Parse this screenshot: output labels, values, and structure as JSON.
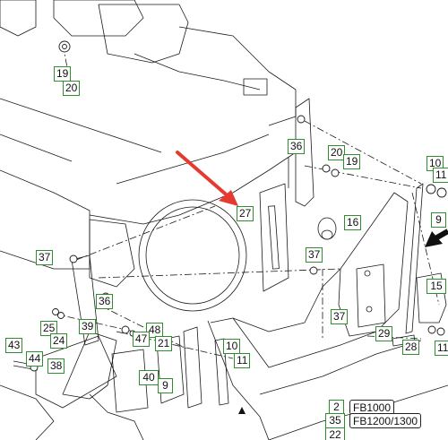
{
  "colors": {
    "callout_border": "#2f8f2f",
    "line": "#1a1a1a",
    "pointer_arrow": "#e53a2f",
    "direction_arrow": "#111111"
  },
  "callouts": {
    "c19a": "19",
    "c20a": "20",
    "c36a": "36",
    "c20b": "20",
    "c19b": "19",
    "c10a": "10",
    "c11a": "11",
    "c27": "27",
    "c16": "16",
    "c9a": "9",
    "c37a": "37",
    "c37b": "37",
    "c15": "15",
    "c36b": "36",
    "c37c": "37",
    "c39": "39",
    "c48": "48",
    "c25": "25",
    "c24": "24",
    "c47": "47",
    "c21": "21",
    "c43": "43",
    "c44": "44",
    "c38": "38",
    "c10b": "10",
    "c11b": "11",
    "c29": "29",
    "c28": "28",
    "c11c": "11",
    "c40": "40",
    "c9b": "9",
    "c2": "2",
    "c35": "35",
    "c22": "22"
  },
  "models": {
    "fb1000": "FB1000",
    "fb1200": "FB1200/1300"
  }
}
